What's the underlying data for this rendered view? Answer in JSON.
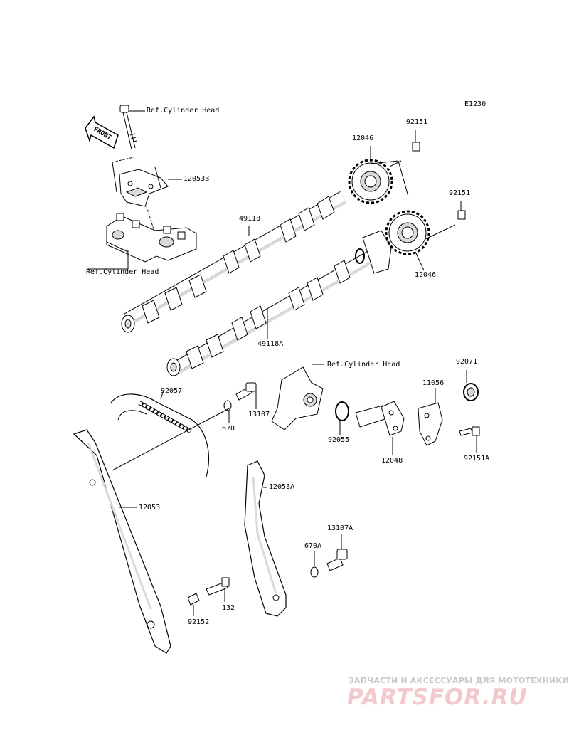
{
  "diagram_code": "E1230",
  "labels": {
    "ref_cyl_head_bolt": "Ref.Cylinder Head",
    "cap": "12053B",
    "ref_cyl_head_left": "Ref.Cylinder Head",
    "bolt_upper": "92151",
    "sprocket_upper": "12046",
    "bolt_right": "92151",
    "sprocket_lower": "12046",
    "camshaft_upper": "49118",
    "camshaft_lower": "49118A",
    "ref_cyl_head_tensioner": "Ref.Cylinder Head",
    "chain": "92057",
    "bolt_guide": "13107",
    "gasket": "670",
    "oring": "92055",
    "tensioner": "12048",
    "gasket_tensioner": "92071",
    "cap_bolt": "11056",
    "bolt_tensioner": "92151A",
    "guide_upper": "12053A",
    "guide": "12053",
    "bolt_guide_a": "13107A",
    "gasket_a": "670A",
    "bolt_132": "132",
    "collar": "92152",
    "front_arrow": "FRONT"
  },
  "watermark": {
    "tagline": "ЗАПЧАСТИ И АКСЕССУАРЫ ДЛЯ МОТОТЕХНИКИ",
    "logo": "PARTSFOR.RU"
  },
  "colors": {
    "line": "#000000",
    "shade": "#dadada",
    "watermark_text": "#c9c9c9",
    "watermark_logo": "#f2c9cd"
  }
}
